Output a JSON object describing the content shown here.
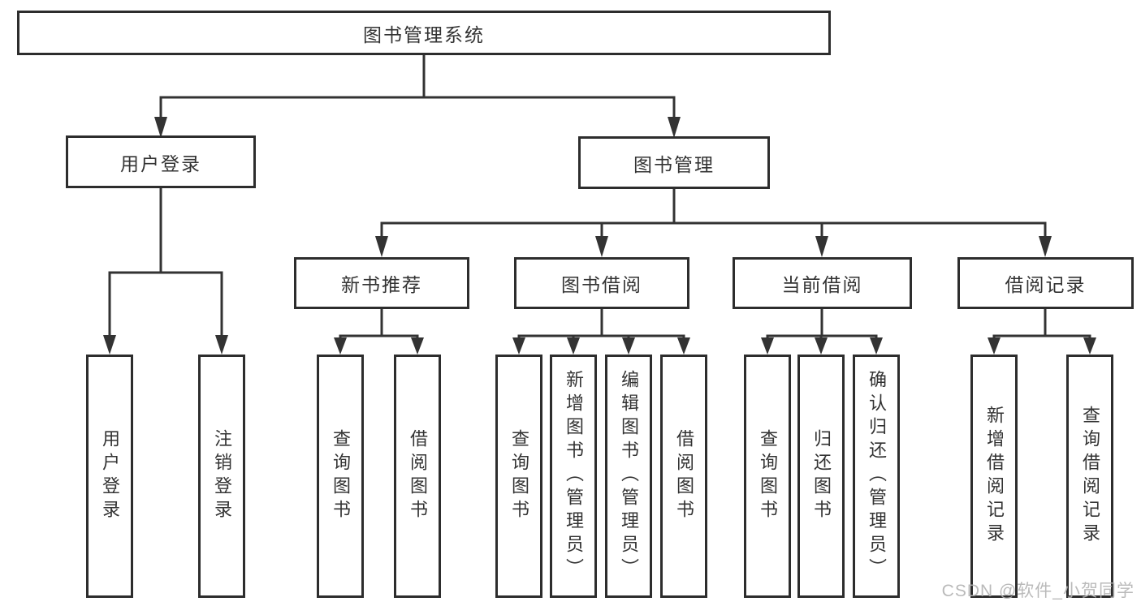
{
  "diagram": {
    "root": {
      "label": "图书管理系统"
    },
    "branches": [
      {
        "label": "用户登录",
        "children": [
          {
            "label": "用户登录"
          },
          {
            "label": "注销登录"
          }
        ]
      },
      {
        "label": "图书管理",
        "groups": [
          {
            "label": "新书推荐",
            "children": [
              {
                "label": "查询图书"
              },
              {
                "label": "借阅图书"
              }
            ]
          },
          {
            "label": "图书借阅",
            "children": [
              {
                "label": "查询图书"
              },
              {
                "label": "新增图书（管理员）"
              },
              {
                "label": "编辑图书（管理员）"
              },
              {
                "label": "借阅图书"
              }
            ]
          },
          {
            "label": "当前借阅",
            "children": [
              {
                "label": "查询图书"
              },
              {
                "label": "归还图书"
              },
              {
                "label": "确认归还（管理员）"
              }
            ]
          },
          {
            "label": "借阅记录",
            "children": [
              {
                "label": "新增借阅记录"
              },
              {
                "label": "查询借阅记录"
              }
            ]
          }
        ]
      }
    ]
  },
  "watermark": {
    "text": "CSDN @软件_小贺同学"
  },
  "colors": {
    "line": "#333333",
    "box_border": "#2d2d2d",
    "text": "#333333",
    "watermark": "#b3b3b3",
    "background": "#ffffff"
  }
}
